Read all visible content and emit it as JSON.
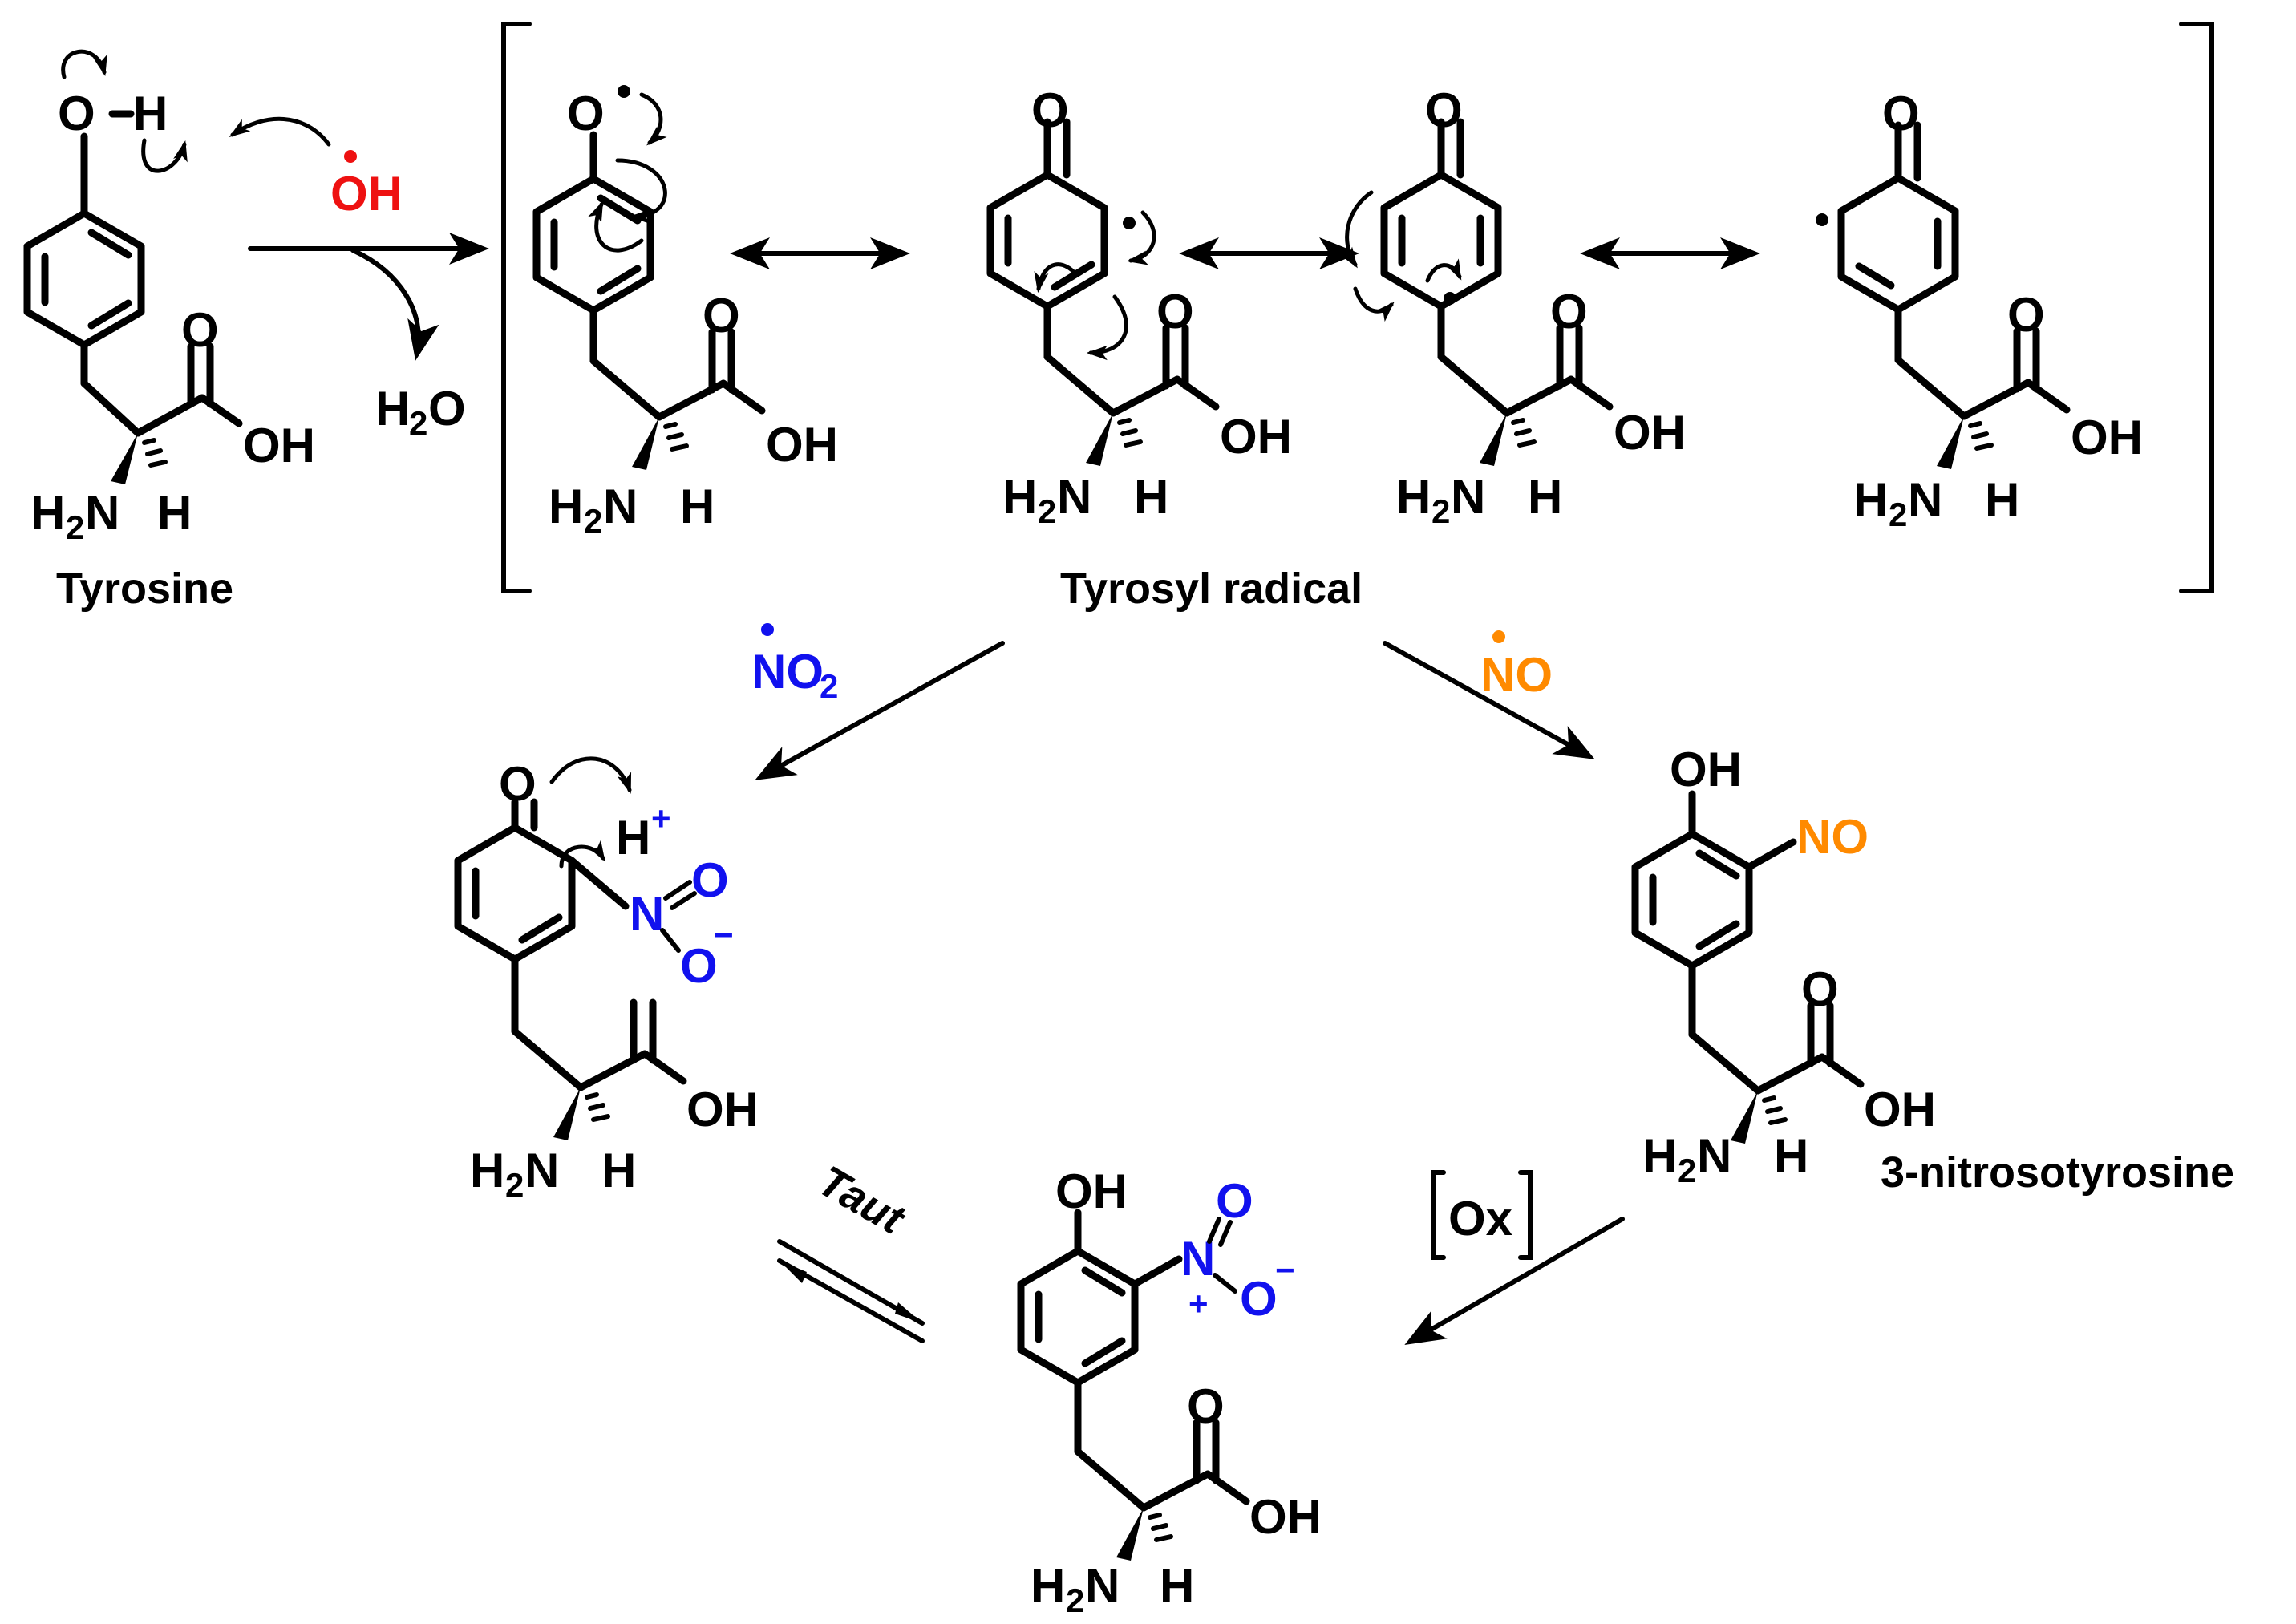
{
  "labels": {
    "tyrosine": "Tyrosine",
    "tyrosyl_radical": "Tyrosyl radical",
    "nitrosotyrosine": "3-nitrosotyrosine",
    "taut": "Taut",
    "ox": "Ox"
  },
  "reagents": {
    "hydroxyl_radical": "OH",
    "water": "H",
    "water_sub": "2",
    "water_end": "O",
    "no2": "NO",
    "no2_sub": "2",
    "no": "NO"
  },
  "atoms": {
    "O": "O",
    "H": "H",
    "OH": "OH",
    "N": "N",
    "NO": "NO",
    "H2N_H": "H",
    "H2N_sub": "2",
    "H2N_N": "N",
    "Hplus": "H",
    "plus": "+",
    "minus": "−"
  },
  "colors": {
    "hydroxyl": "#ee1111",
    "nitro": "#1111ee",
    "nitroso": "#ff8a00",
    "ink": "#000000"
  }
}
